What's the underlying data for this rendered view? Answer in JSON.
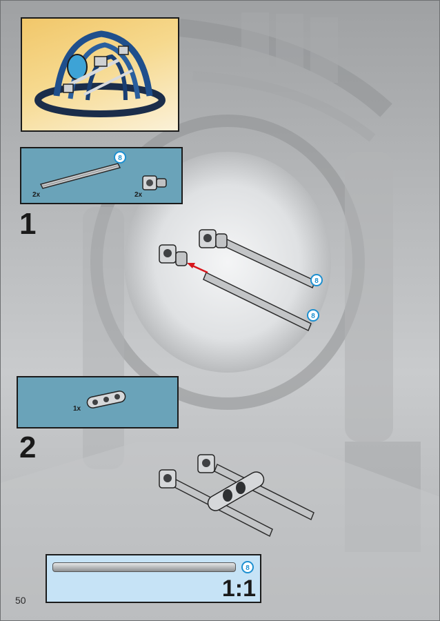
{
  "page": {
    "number": "50"
  },
  "steps": [
    {
      "number": "1",
      "parts": [
        {
          "name": "axle",
          "quantity": "2x",
          "length_badge": "8"
        },
        {
          "name": "cross-block",
          "quantity": "2x"
        }
      ],
      "assembly_badges": [
        "8",
        "8"
      ]
    },
    {
      "number": "2",
      "parts": [
        {
          "name": "liftarm",
          "quantity": "1x"
        }
      ]
    }
  ],
  "ruler": {
    "badge": "8",
    "scale": "1:1"
  },
  "colors": {
    "parts_box": "#6aa3b9",
    "ruler_box": "#c6e3f6",
    "badge_blue": "#1c8fd0",
    "arrow_red": "#d8161c",
    "preview_top": "#f1c76a",
    "preview_bottom": "#fbf1d8"
  }
}
